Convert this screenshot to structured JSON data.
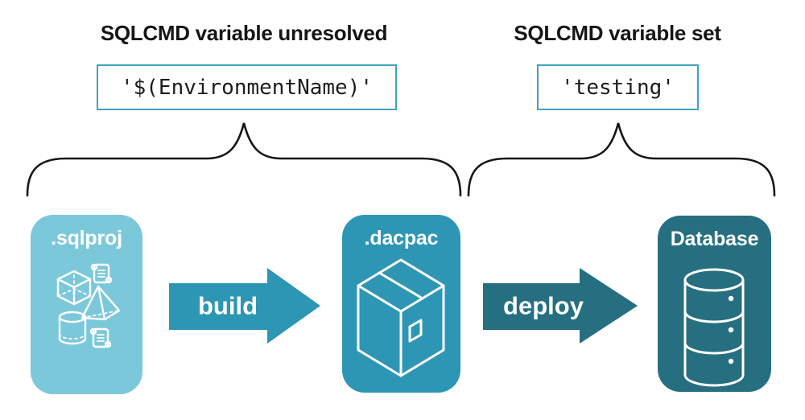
{
  "annotations": {
    "unresolved": {
      "heading": "SQLCMD variable unresolved",
      "code": "'$(EnvironmentName)'"
    },
    "resolved": {
      "heading": "SQLCMD variable set",
      "code": "'testing'"
    }
  },
  "pipeline": {
    "nodes": [
      {
        "id": "sqlproj",
        "label": ".sqlproj"
      },
      {
        "id": "dacpac",
        "label": ".dacpac"
      },
      {
        "id": "database",
        "label": "Database"
      }
    ],
    "arrows": [
      {
        "id": "build",
        "label": "build"
      },
      {
        "id": "deploy",
        "label": "deploy"
      }
    ]
  },
  "icons": {
    "sqlproj_node": "sql-objects-icon (cube, pyramid, cylinder, scripts)",
    "dacpac_node": "package-box-icon",
    "database_node": "database-cylinder-icon",
    "grouping": "curly-brace"
  },
  "colors": {
    "sqlproj_fill": "#7cc8db",
    "dacpac_fill": "#2e96b5",
    "database_fill": "#256f80",
    "build_arrow_fill": "#2e96b5",
    "deploy_arrow_fill": "#256f80",
    "code_box_border": "#3fa2c2",
    "brace_stroke": "#161616",
    "heading_text": "#151515",
    "code_text": "#1c1c1c",
    "icon_stroke": "#ffffff"
  }
}
